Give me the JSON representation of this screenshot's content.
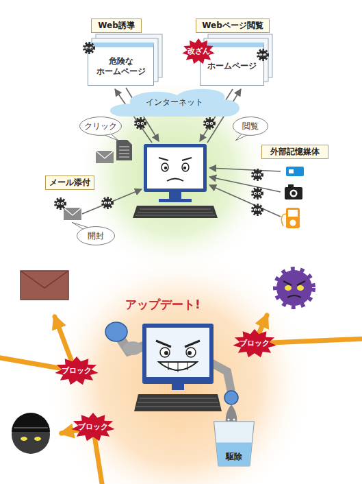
{
  "diagram": {
    "nodes": [
      {
        "text": [
          "Web誘導"
        ]
      },
      {
        "text": [
          "Webページ閲覧"
        ]
      },
      {
        "text": [
          "危険な ホームページ"
        ]
      },
      {
        "text": [
          "改ざん"
        ]
      },
      {
        "text": [
          "ホームページ"
        ]
      },
      {
        "text": [
          "インターネット"
        ]
      },
      {
        "text": [
          "クリック"
        ]
      },
      {
        "text": [
          "閲覧"
        ]
      },
      {
        "text": [
          "外部記憶媒体"
        ]
      },
      {
        "text": [
          "メール添付"
        ]
      },
      {
        "text": [
          "開封"
        ]
      },
      {
        "text": [
          "ブロック"
        ]
      },
      {
        "text": [
          "ブロック"
        ]
      },
      {
        "text": [
          "ブロック"
        ]
      },
      {
        "text": [
          "駆除"
        ]
      }
    ],
    "labels": [
      "アップデート!"
    ]
  }
}
